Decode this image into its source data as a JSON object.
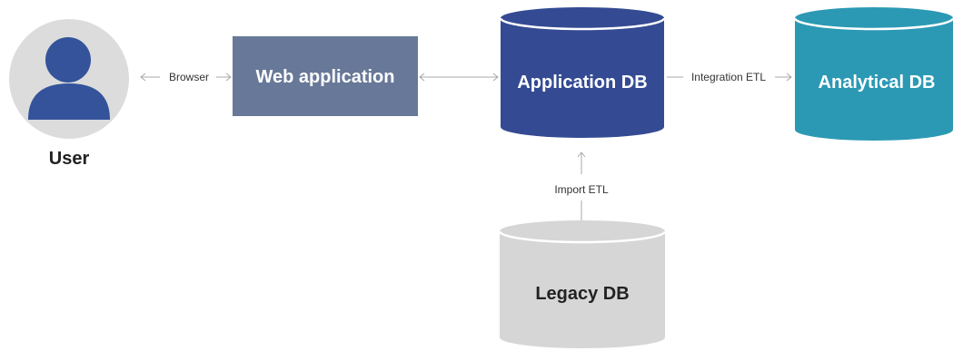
{
  "nodes": {
    "user": {
      "label": "User",
      "icon": "user-avatar-icon"
    },
    "web_app": {
      "label": "Web application"
    },
    "app_db": {
      "label": "Application DB"
    },
    "analytical_db": {
      "label": "Analytical DB"
    },
    "legacy_db": {
      "label": "Legacy DB"
    }
  },
  "edges": {
    "browser": "Browser",
    "integration_etl": "Integration ETL",
    "import_etl": "Import ETL"
  },
  "colors": {
    "avatar_bg": "#dcdcdc",
    "avatar_fg": "#34539a",
    "web_app": "#687898",
    "app_db": "#344b93",
    "analytical_db": "#2c99b4",
    "legacy_db": "#d6d6d6",
    "connector": "#a8a8a8"
  }
}
